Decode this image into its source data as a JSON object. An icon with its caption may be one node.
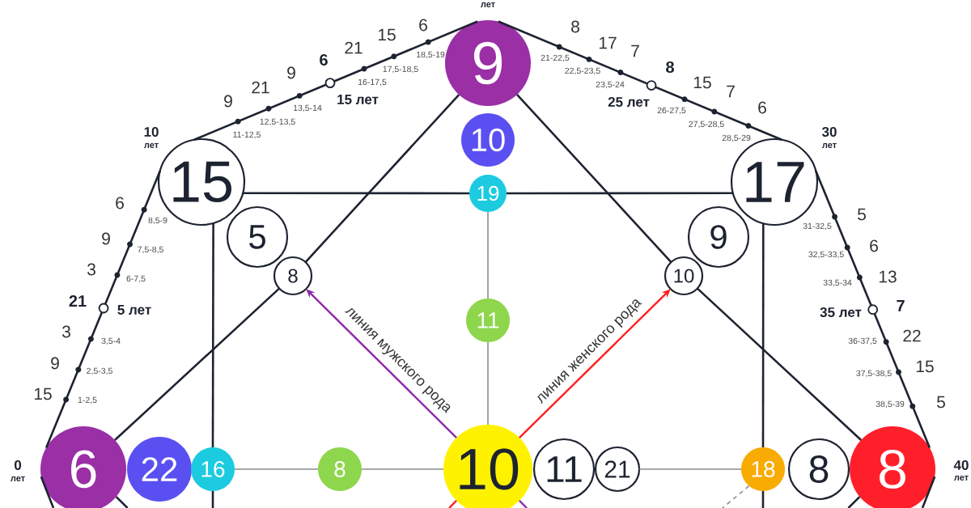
{
  "diagram": {
    "nodes": [
      {
        "text": [
          "9"
        ],
        "beside": [
          "лет"
        ]
      },
      {
        "text": [
          "10"
        ]
      },
      {
        "text": [
          "15"
        ],
        "beside": [
          "10",
          "лет"
        ]
      },
      {
        "text": [
          "19"
        ]
      },
      {
        "text": [
          "17"
        ],
        "beside": [
          "30",
          "лет"
        ]
      },
      {
        "text": [
          "5"
        ]
      },
      {
        "text": [
          "9"
        ]
      },
      {
        "text": [
          "8"
        ]
      },
      {
        "text": [
          "10"
        ]
      },
      {
        "text": [
          "11"
        ]
      },
      {
        "text": [
          "6"
        ],
        "beside": [
          "0",
          "лет"
        ]
      },
      {
        "text": [
          "22"
        ]
      },
      {
        "text": [
          "16"
        ]
      },
      {
        "text": [
          "8"
        ]
      },
      {
        "text": [
          "10"
        ]
      },
      {
        "text": [
          "11"
        ]
      },
      {
        "text": [
          "21"
        ]
      },
      {
        "text": [
          "18"
        ]
      },
      {
        "text": [
          "8"
        ]
      },
      {
        "text": [
          "8"
        ],
        "beside": [
          "40",
          "лет"
        ]
      }
    ],
    "edges": [
      {
        "from": 10,
        "to": 2,
        "arrow": "none"
      },
      {
        "from": 2,
        "to": 0,
        "arrow": "none"
      },
      {
        "from": 0,
        "to": 4,
        "arrow": "none"
      },
      {
        "from": 4,
        "to": 19,
        "arrow": "none"
      },
      {
        "from": 0,
        "to": 7,
        "arrow": "none"
      },
      {
        "from": 7,
        "to": 10,
        "arrow": "none"
      },
      {
        "from": 0,
        "to": 8,
        "arrow": "none"
      },
      {
        "from": 8,
        "to": 19,
        "arrow": "none"
      },
      {
        "from": 2,
        "to": 3,
        "arrow": "none"
      },
      {
        "from": 3,
        "to": 4,
        "arrow": "none"
      },
      {
        "from": 2,
        "to": 12,
        "arrow": "none"
      },
      {
        "from": 4,
        "to": 17,
        "arrow": "none"
      },
      {
        "from": 3,
        "to": 9,
        "arrow": "none",
        "color": "#8c8c8c"
      },
      {
        "from": 9,
        "to": 14,
        "arrow": "none",
        "color": "#8c8c8c"
      },
      {
        "from": 12,
        "to": 13,
        "arrow": "none",
        "color": "#8c8c8c"
      },
      {
        "from": 13,
        "to": 14,
        "arrow": "none",
        "color": "#8c8c8c"
      },
      {
        "from": 16,
        "to": 17,
        "arrow": "none",
        "color": "#8c8c8c"
      },
      {
        "from": 14,
        "to": 7,
        "arrow": "to",
        "label": "линия мужского рода",
        "color": "#8e2aa8"
      },
      {
        "from": 14,
        "to": 8,
        "arrow": "to",
        "label": "линия женского рода",
        "color": "#ff1f1f"
      },
      {
        "from": 10,
        "to": null,
        "arrow": "none"
      },
      {
        "from": 10,
        "to": null,
        "arrow": "none"
      },
      {
        "from": 12,
        "to": null,
        "arrow": "none"
      },
      {
        "from": 14,
        "to": null,
        "arrow": "none",
        "color": "#ff1f1f"
      },
      {
        "from": 14,
        "to": null,
        "arrow": "none",
        "color": "#8e2aa8"
      },
      {
        "from": 17,
        "to": null,
        "arrow": "none",
        "style": "dashed",
        "color": "#8c8c8c"
      },
      {
        "from": 19,
        "to": null,
        "arrow": "none"
      },
      {
        "from": 19,
        "to": null,
        "arrow": "none"
      },
      {
        "from": 17,
        "to": null,
        "arrow": "none"
      }
    ],
    "labels": [
      "15",
      "1-2,5",
      "9",
      "2,5-3,5",
      "3",
      "3,5-4",
      "21",
      "5 лет",
      "3",
      "6-7,5",
      "9",
      "7,5-8,5",
      "6",
      "8,5-9",
      "9",
      "11-12,5",
      "21",
      "12,5-13,5",
      "9",
      "13,5-14",
      "6",
      "15 лет",
      "21",
      "16-17,5",
      "15",
      "17,5-18,5",
      "6",
      "18,5-19",
      "8",
      "21-22,5",
      "17",
      "22,5-23,5",
      "7",
      "23,5-24",
      "8",
      "25 лет",
      "15",
      "26-27,5",
      "7",
      "27,5-28,5",
      "6",
      "28,5-29",
      "5",
      "31-32,5",
      "6",
      "32,5-33,5",
      "13",
      "33,5-34",
      "7",
      "35 лет",
      "22",
      "36-37,5",
      "15",
      "37,5-38,5",
      "5",
      "38,5-39"
    ]
  }
}
